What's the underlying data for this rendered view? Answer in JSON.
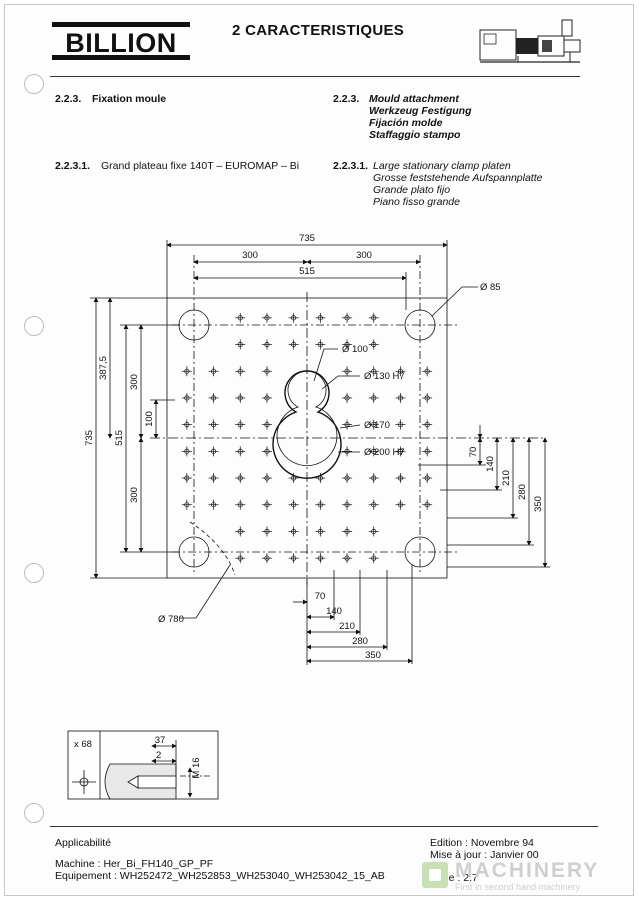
{
  "header": {
    "logo_text": "BILLION",
    "section_title": "2   CARACTERISTIQUES"
  },
  "section": {
    "num_fr": "2.2.3.",
    "title_fr": "Fixation moule",
    "num_ml": "2.2.3.",
    "title_en": "Mould attachment",
    "title_de": "Werkzeug Festigung",
    "title_es": "Fijación molde",
    "title_it": "Staffaggio stampo"
  },
  "subsection": {
    "num_fr": "2.2.3.1.",
    "title_fr": "Grand plateau fixe 140T – EUROMAP – Bi",
    "num_ml": "2.2.3.1.",
    "title_en": "Large  stationary clamp platen",
    "title_de": "Grosse feststehende Aufspannplatte",
    "title_es": "Grande plato fijo",
    "title_it": "Piano fisso grande"
  },
  "drawing": {
    "dim_735_top": "735",
    "dim_300_left": "300",
    "dim_300_right": "300",
    "dim_515_top": "515",
    "dia_85": "Ø 85",
    "dia_100": "Ø 100",
    "dia_130": "Ø 130 H7",
    "dia_170": "Ø 170",
    "dia_200": "Ø 200 H7",
    "dia_780": "Ø 780",
    "dim_735_left": "735",
    "dim_387": "387,5",
    "dim_515_left": "515",
    "dim_300_v1": "300",
    "dim_300_v2": "300",
    "dim_100_v": "100",
    "dim_70_r": "70",
    "dim_140_r": "140",
    "dim_210_r": "210",
    "dim_280_r": "280",
    "dim_350_r": "350",
    "dim_70_b": "70",
    "dim_140_b": "140",
    "dim_210_b": "210",
    "dim_280_b": "280",
    "dim_350_b": "350"
  },
  "detail": {
    "count": "x 68",
    "dim_37": "37",
    "dim_2": "2",
    "thread": "M 16"
  },
  "footer": {
    "applicability": "Applicabilité",
    "machine": "Machine : Her_Bi_FH140_GP_PF",
    "equipment": "Equipement : WH252472_WH252853_WH253040_WH253042_15_AB",
    "edition": "Edition : Novembre 94",
    "update": "Mise à jour :  Janvier 00",
    "page": "Page : 2.7"
  },
  "watermark": {
    "brand": "MACHINERY",
    "tagline": "First in second hand machinery"
  }
}
